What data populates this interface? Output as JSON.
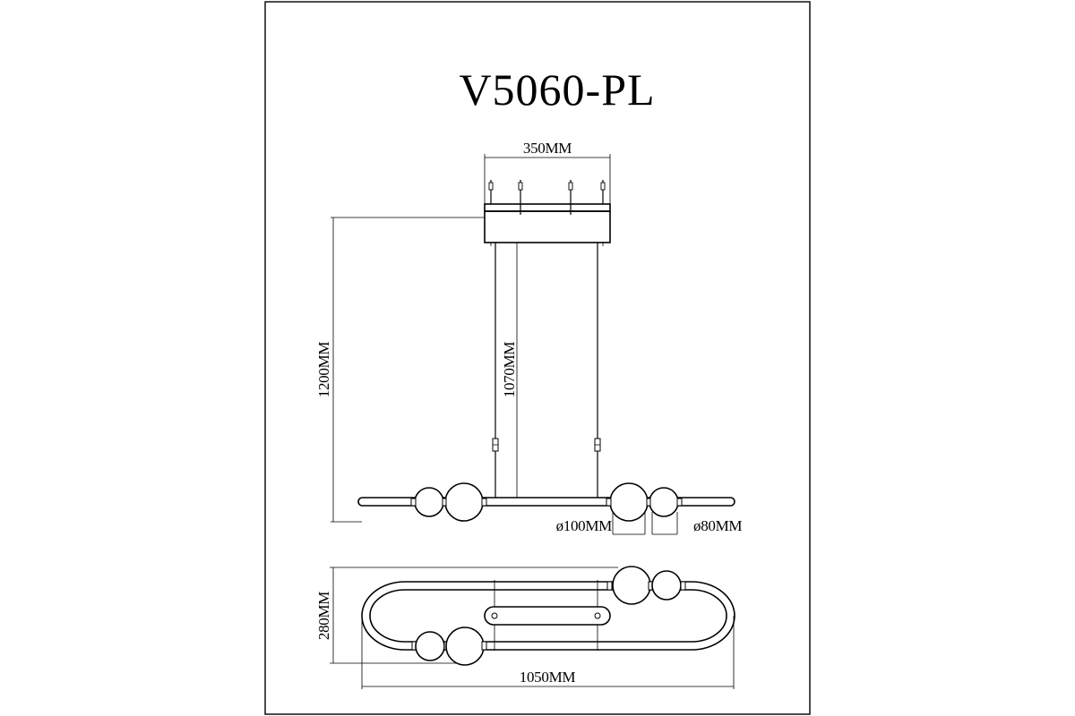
{
  "title": "V5060-PL",
  "dimensions": {
    "canopy_width": "350MM",
    "total_height": "1200MM",
    "cable_length": "1070MM",
    "large_globe": "ø100MM",
    "small_globe": "ø80MM",
    "top_depth": "280MM",
    "top_length": "1050MM"
  }
}
